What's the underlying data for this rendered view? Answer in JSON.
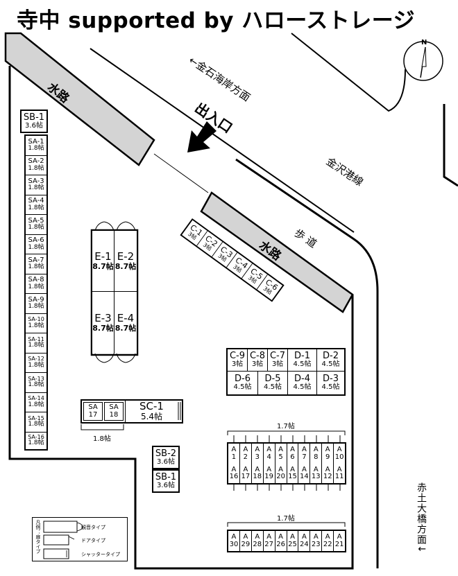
{
  "title": "寺中 supported by ハローストレージ",
  "compass": "N",
  "labels": {
    "kanaiwa": "←金石海岸方面",
    "kanazawa_line": "金沢港線",
    "entrance": "出入口",
    "sidewalk": "歩 道",
    "waterway": "水路",
    "akatsuchi": "赤土大橋方面↓",
    "tatami_17a": "1.7帖",
    "tatami_17b": "1.7帖",
    "tatami_18": "1.8帖"
  },
  "units": {
    "sb1_top": {
      "code": "SB-1",
      "size": "3.6帖"
    },
    "sa_column": [
      {
        "code": "SA-1",
        "size": "1.8帖"
      },
      {
        "code": "SA-2",
        "size": "1.8帖"
      },
      {
        "code": "SA-3",
        "size": "1.8帖"
      },
      {
        "code": "SA-4",
        "size": "1.8帖"
      },
      {
        "code": "SA-5",
        "size": "1.8帖"
      },
      {
        "code": "SA-6",
        "size": "1.8帖"
      },
      {
        "code": "SA-7",
        "size": "1.8帖"
      },
      {
        "code": "SA-8",
        "size": "1.8帖"
      },
      {
        "code": "SA-9",
        "size": "1.8帖"
      },
      {
        "code": "SA-10",
        "size": "1.8帖"
      },
      {
        "code": "SA-11",
        "size": "1.8帖"
      },
      {
        "code": "SA-12",
        "size": "1.8帖"
      },
      {
        "code": "SA-13",
        "size": "1.8帖"
      },
      {
        "code": "SA-14",
        "size": "1.8帖"
      },
      {
        "code": "SA-15",
        "size": "1.8帖"
      },
      {
        "code": "SA-16",
        "size": "1.8帖"
      }
    ],
    "c_row": [
      {
        "code": "C-1",
        "size": "3帖"
      },
      {
        "code": "C-2",
        "size": "3帖"
      },
      {
        "code": "C-3",
        "size": "3帖"
      },
      {
        "code": "C-4",
        "size": "3帖"
      },
      {
        "code": "C-5",
        "size": "3帖"
      },
      {
        "code": "C-6",
        "size": "3帖"
      }
    ],
    "e": [
      {
        "code": "E-1",
        "size": "8.7帖"
      },
      {
        "code": "E-2",
        "size": "8.7帖"
      },
      {
        "code": "E-3",
        "size": "8.7帖"
      },
      {
        "code": "E-4",
        "size": "8.7帖"
      }
    ],
    "cd_top": [
      {
        "code": "C-9",
        "size": "3帖"
      },
      {
        "code": "C-8",
        "size": "3帖"
      },
      {
        "code": "C-7",
        "size": "3帖"
      },
      {
        "code": "D-1",
        "size": "4.5帖"
      },
      {
        "code": "D-2",
        "size": "4.5帖"
      }
    ],
    "cd_bottom": [
      {
        "code": "D-6",
        "size": "4.5帖"
      },
      {
        "code": "D-5",
        "size": "4.5帖"
      },
      {
        "code": "D-4",
        "size": "4.5帖"
      },
      {
        "code": "D-3",
        "size": "4.5帖"
      }
    ],
    "sa17": {
      "code": "SA",
      "num": "17"
    },
    "sa18": {
      "code": "SA",
      "num": "18"
    },
    "sc1": {
      "code": "SC-1",
      "size": "5.4帖"
    },
    "sb2": {
      "code": "SB-2",
      "size": "3.6帖"
    },
    "sb1_bottom": {
      "code": "SB-1",
      "size": "3.6帖"
    },
    "a_row1": [
      "1",
      "2",
      "3",
      "4",
      "5",
      "6",
      "7",
      "8",
      "9",
      "10"
    ],
    "a_row2": [
      "16",
      "17",
      "18",
      "19",
      "20",
      "15",
      "14",
      "13",
      "12",
      "11"
    ],
    "a_row3": [
      "30",
      "29",
      "28",
      "27",
      "26",
      "25",
      "24",
      "23",
      "22",
      "21"
    ],
    "a_letter": "A"
  },
  "legend": {
    "title": "凡例：扉タイプ",
    "items": [
      "観音タイプ",
      "ドアタイプ",
      "シャッタータイプ"
    ]
  }
}
